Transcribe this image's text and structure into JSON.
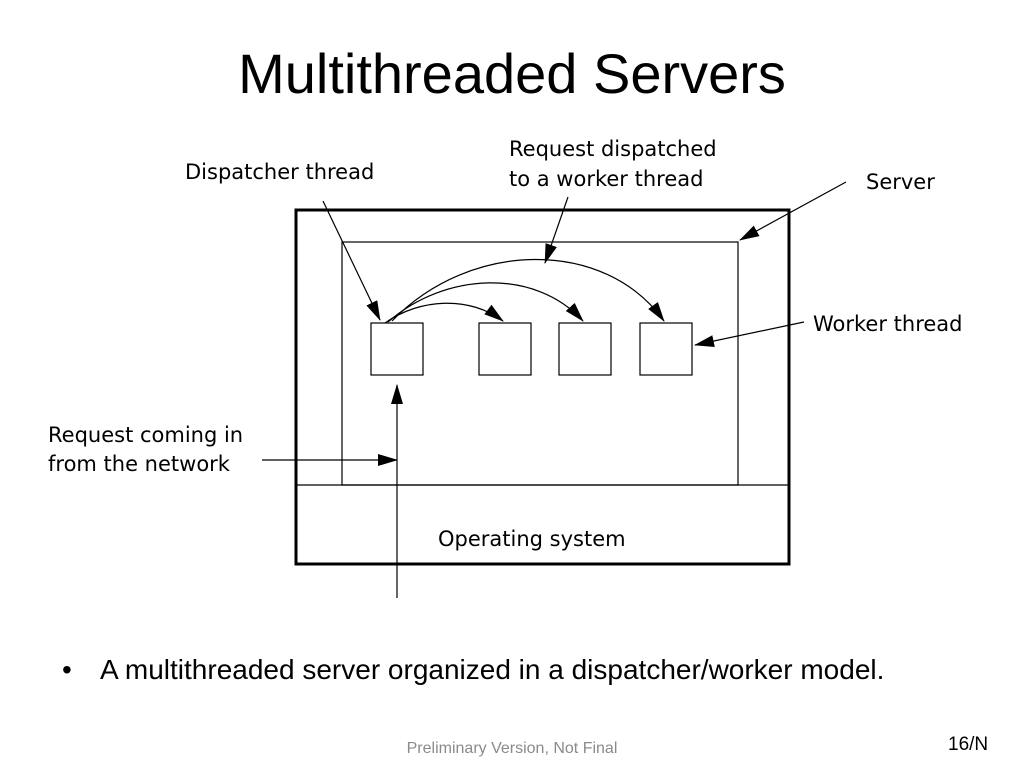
{
  "slide": {
    "title": "Multithreaded Servers",
    "bullet_symbol": "•",
    "bullet": "A multithreaded server organized in a dispatcher/worker model.",
    "footer": "Preliminary Version, Not Final",
    "page_number": "16/N"
  },
  "diagram": {
    "labels": {
      "dispatcher_thread": "Dispatcher thread",
      "request_dispatched_line1": "Request dispatched",
      "request_dispatched_line2": "to a worker thread",
      "server": "Server",
      "worker_thread": "Worker thread",
      "request_coming_line1": "Request coming in",
      "request_coming_line2": "from the network",
      "operating_system": "Operating system"
    },
    "thread_count": 4
  }
}
